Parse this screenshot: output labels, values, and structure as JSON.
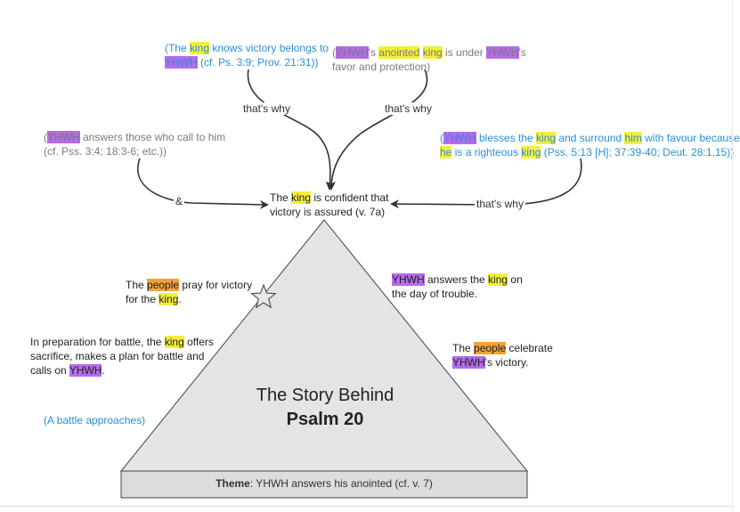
{
  "nodes": {
    "top_left": {
      "line1": [
        "(The ",
        "king",
        " knows victory belongs to"
      ],
      "line2": [
        "YHWH",
        " (cf. Ps. 3:9; Prov. 21:31))"
      ]
    },
    "top_right": {
      "line1": [
        "(",
        "YHWH",
        "'s ",
        "anointed",
        " ",
        "king",
        " is under ",
        "YHWH",
        "'s"
      ],
      "line2": [
        "favor and protection)"
      ]
    },
    "mid_left": {
      "line1": [
        "(",
        "YHWH",
        " answers those who call to him"
      ],
      "line2": [
        "(cf. Pss. 3:4; 18:3-6; etc.))"
      ]
    },
    "mid_right": {
      "line1": [
        "(",
        "YHWH",
        " blesses the ",
        "king",
        " and surround ",
        "him",
        " with favour because"
      ],
      "line2": [
        "he",
        " is a righteous ",
        "king",
        " (Pss. 5:13 [H]; 37:39-40; Deut. 28:1,15))"
      ]
    },
    "center": {
      "line1": [
        "The ",
        "king",
        " is confident that"
      ],
      "line2": [
        "victory is assured (v. 7a)"
      ]
    },
    "people_pray": {
      "line1": [
        "The ",
        "people",
        " pray for victory"
      ],
      "line2": [
        "for the ",
        "king",
        "."
      ]
    },
    "preparation": {
      "line1": [
        "In preparation for battle, the ",
        "king",
        " offers"
      ],
      "line2": [
        "sacrifice, makes a plan for battle and"
      ],
      "line3": [
        "calls on ",
        "YHWH",
        "."
      ]
    },
    "battle": {
      "line1": [
        "(A battle approaches)"
      ]
    },
    "yhwh_answers": {
      "line1": [
        "YHWH",
        " answers the ",
        "king",
        " on"
      ],
      "line2": [
        "the day of trouble."
      ]
    },
    "people_celebrate": {
      "line1": [
        "The ",
        "people",
        " celebrate"
      ],
      "line2": [
        "YHWH",
        "'s victory."
      ]
    }
  },
  "edges": {
    "top_left": "that's why",
    "top_right": "that's why",
    "mid_left": "&",
    "mid_right": "that's why"
  },
  "title": {
    "line1": "The Story Behind",
    "line2": "Psalm 20"
  },
  "theme": {
    "label": "Theme",
    "text": ": YHWH answers his anointed (cf. v. 7)"
  },
  "colors": {
    "highlight_king": "#f4ef3a",
    "highlight_yhwh": "#b56bec",
    "highlight_people": "#f3a23a",
    "note_text": "#2a8fd6",
    "triangle_fill": "#e4e4e4"
  },
  "icons": {
    "climax_marker": "star-icon"
  }
}
